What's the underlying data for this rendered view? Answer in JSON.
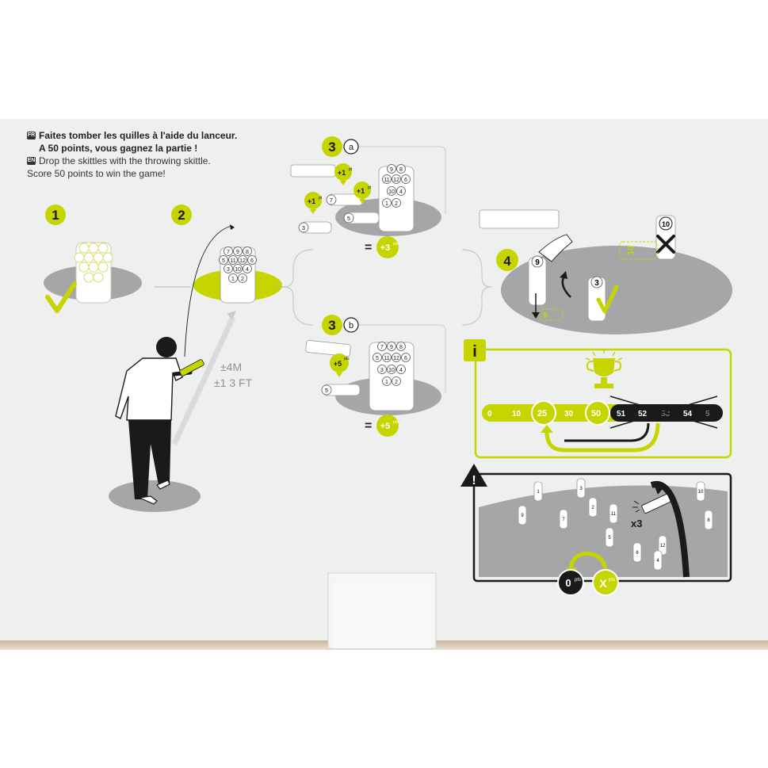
{
  "intro": {
    "fr_flag": "FR",
    "fr_line1": "Faites tomber les quilles à l'aide du lanceur.",
    "fr_line2": "A 50 points, vous gagnez la partie !",
    "en_flag": "EN",
    "en_line1": "Drop the skittles with the throwing skittle.",
    "en_line2": "Score 50 points to win the game!"
  },
  "steps": {
    "step1": "1",
    "step2": "2",
    "step3a_num": "3",
    "step3a_letter": "a",
    "step3b_num": "3",
    "step3b_letter": "b",
    "step4": "4",
    "info": "i",
    "warning": "!"
  },
  "distance": {
    "meters": "±4M",
    "feet": "±1 3 FT"
  },
  "scores": {
    "plus1": "+1",
    "pt": "pt",
    "pts": "pts",
    "plus3": "+3",
    "plus5": "+5",
    "equals": "="
  },
  "skittle_numbers": {
    "grid_rows": [
      [
        "7",
        "9",
        "8"
      ],
      [
        "5",
        "11",
        "12",
        "6"
      ],
      [
        "3",
        "10",
        "4"
      ],
      [
        "1",
        "2"
      ]
    ],
    "fallen_3a": [
      "7",
      "3",
      "5"
    ],
    "fallen_3b": [
      "5"
    ],
    "step4_lifted": "9",
    "step4_marker": "9",
    "step4_standing": "3",
    "step4_crossed": "10",
    "step4_ten": "10"
  },
  "score_track": {
    "items": [
      "0",
      "10",
      "25",
      "30",
      "50",
      "51",
      "52",
      "53",
      "54",
      "5"
    ],
    "pts": "pts"
  },
  "warning_panel": {
    "multiplier": "x3",
    "zero": "0",
    "x": "X",
    "pts": "pts",
    "scattered": [
      "1",
      "3",
      "9",
      "7",
      "2",
      "11",
      "5",
      "6",
      "12",
      "4",
      "10",
      "8"
    ]
  },
  "colors": {
    "accent": "#c6d400",
    "dark": "#1a1a1a",
    "ellipse": "#a4a6a8",
    "background": "#eef0f0"
  }
}
